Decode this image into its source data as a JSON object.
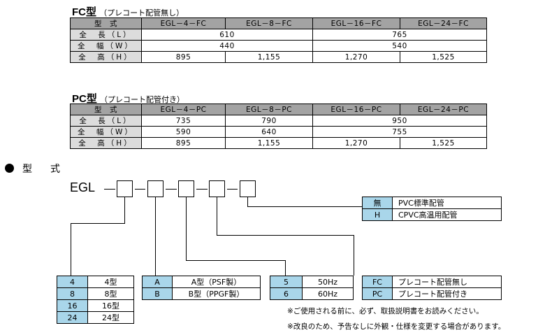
{
  "fc_table": {
    "title": "FC型",
    "subtitle": "（プレコート配管無し）",
    "header": [
      "型　式",
      "EGL－4－FC",
      "EGL－8－FC",
      "EGL－16－FC",
      "EGL－24－FC"
    ],
    "rows": [
      {
        "label": "全　長（L）",
        "a": "610",
        "b": "765"
      },
      {
        "label": "全　幅（W）",
        "a": "440",
        "b": "540"
      },
      {
        "label": "全　高（H）",
        "c1": "895",
        "c2": "1,155",
        "c3": "1,270",
        "c4": "1,525"
      }
    ]
  },
  "pc_table": {
    "title": "PC型",
    "subtitle": "（プレコート配管付き）",
    "header": [
      "型　式",
      "EGL－4－PC",
      "EGL－8－PC",
      "EGL－16－PC",
      "EGL－24－PC"
    ],
    "rows": [
      {
        "label": "全　長（L）",
        "c1": "735",
        "c2": "790",
        "b": "950"
      },
      {
        "label": "全　幅（W）",
        "c1": "590",
        "c2": "640",
        "b": "755"
      },
      {
        "label": "全　高（H）",
        "c1": "895",
        "c2": "1,155",
        "c3": "1,270",
        "c4": "1,525"
      }
    ]
  },
  "model_section": {
    "title": "型　式",
    "prefix": "EGL",
    "piping": [
      {
        "code": "無",
        "desc": "PVC標準配管"
      },
      {
        "code": "H",
        "desc": "CPVC高温用配管"
      }
    ],
    "sizes": [
      {
        "code": "4",
        "desc": "4型"
      },
      {
        "code": "8",
        "desc": "8型"
      },
      {
        "code": "16",
        "desc": "16型"
      },
      {
        "code": "24",
        "desc": "24型"
      }
    ],
    "materials": [
      {
        "code": "A",
        "desc": "A型（PSF製）"
      },
      {
        "code": "B",
        "desc": "B型（PPGF製）"
      }
    ],
    "frequency": [
      {
        "code": "5",
        "desc": "50Hz"
      },
      {
        "code": "6",
        "desc": "60Hz"
      }
    ],
    "coating": [
      {
        "code": "FC",
        "desc": "プレコート配管無し"
      },
      {
        "code": "PC",
        "desc": "プレコート配管付き"
      }
    ]
  },
  "notes": [
    "※ご使用される前に、必ず、取扱説明書をお読みください。",
    "※改良のため、予告なしに外観・仕様を変更する場合があります。"
  ]
}
